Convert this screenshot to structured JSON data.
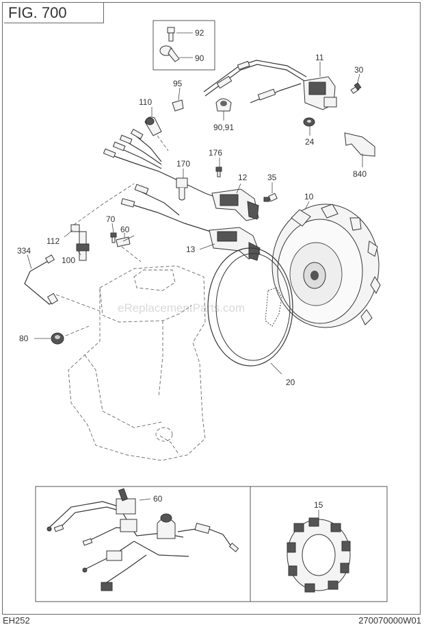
{
  "figure": {
    "title": "FIG. 700",
    "model": "EH252",
    "code": "270070000W01",
    "watermark": "eReplacementParts.com"
  },
  "callouts": {
    "c92": "92",
    "c90": "90",
    "c11": "11",
    "c30": "30",
    "c95": "95",
    "c9091": "90,91",
    "c110": "110",
    "c24": "24",
    "c176": "176",
    "c170": "170",
    "c12": "12",
    "c35": "35",
    "c840": "840",
    "c10": "10",
    "c70": "70",
    "c60": "60",
    "c112": "112",
    "c334": "334",
    "c100": "100",
    "c13": "13",
    "c80": "80",
    "c20": "20",
    "c60b": "60",
    "c15": "15"
  }
}
